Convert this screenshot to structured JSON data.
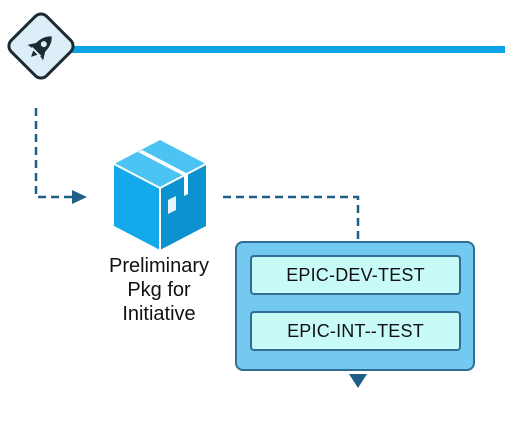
{
  "stage": {
    "icon": "rocket-icon"
  },
  "package": {
    "icon": "package-box-icon",
    "label_lines": [
      "Preliminary",
      "Pkg for",
      "Initiative"
    ]
  },
  "environment_group": {
    "environments": [
      "EPIC-DEV-TEST",
      "EPIC-INT--TEST"
    ]
  },
  "colors": {
    "pipeline_line": "#0aa3e6",
    "connector": "#1f5f86",
    "package": "#13a9ea",
    "group_fill": "#74c9f0",
    "group_border": "#2f6d94",
    "env_fill": "#c8fbf8"
  }
}
